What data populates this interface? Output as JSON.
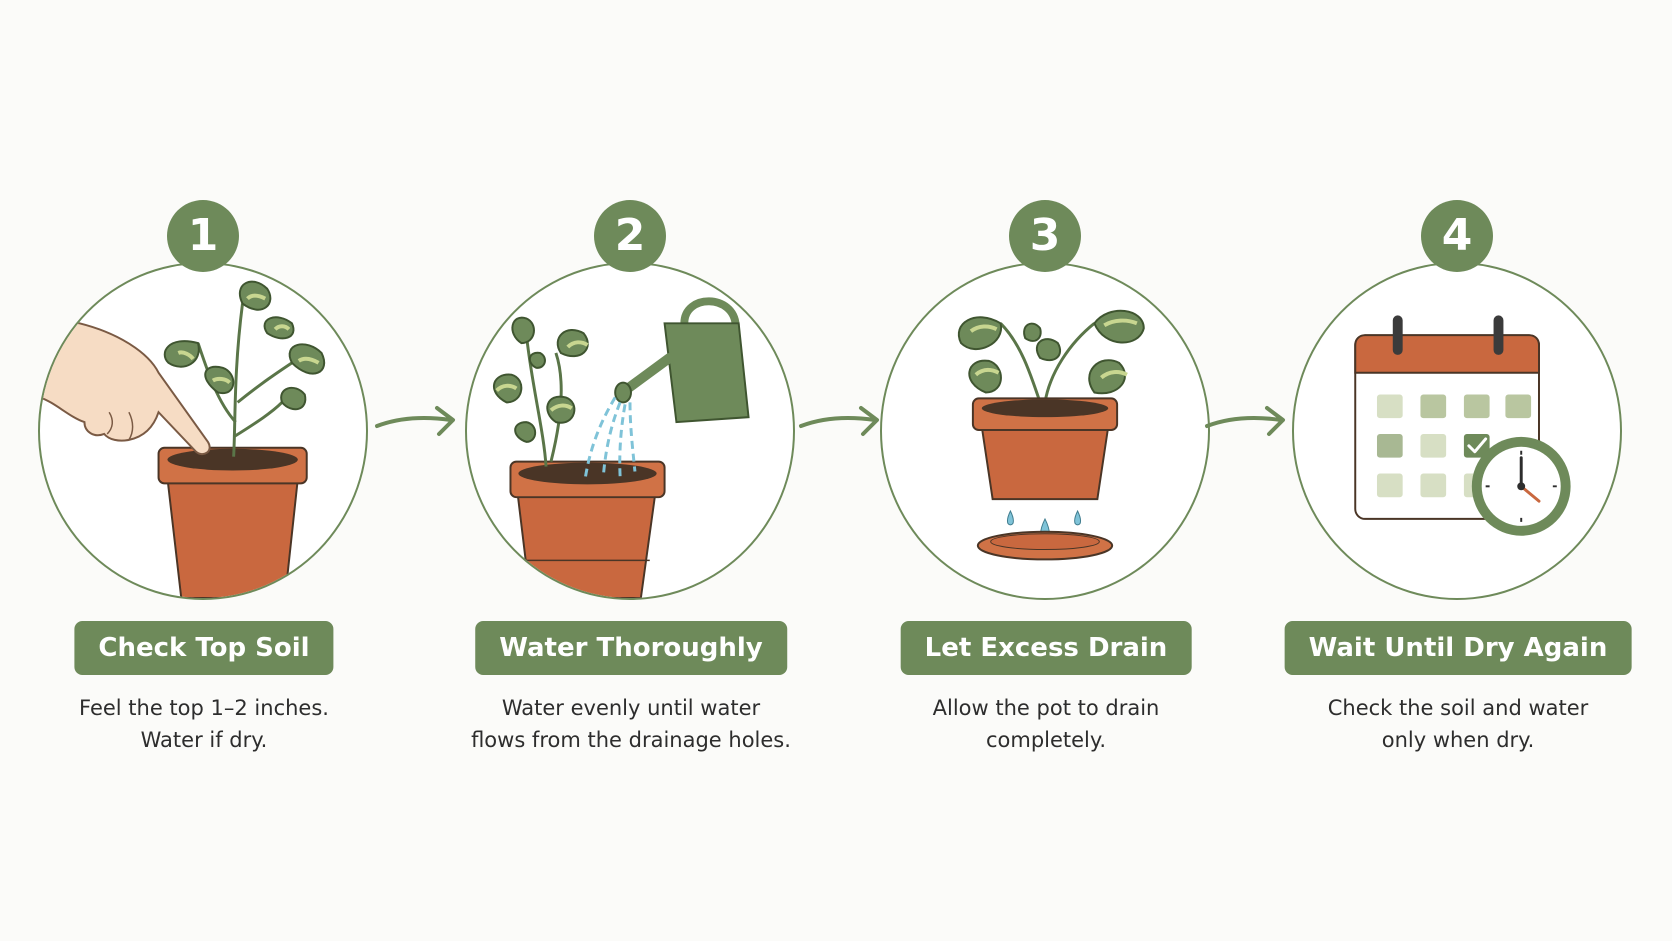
{
  "steps": [
    {
      "number": "1",
      "title": "Check Top Soil",
      "desc_line1": "Feel the top 1–2 inches.",
      "desc_line2": "Water if dry."
    },
    {
      "number": "2",
      "title": "Water Thoroughly",
      "desc_line1": "Water evenly until water",
      "desc_line2": "flows from the drainage holes."
    },
    {
      "number": "3",
      "title": "Let Excess Drain",
      "desc_line1": "Allow the pot to drain",
      "desc_line2": "completely."
    },
    {
      "number": "4",
      "title": "Wait Until Dry Again",
      "desc_line1": "Check the soil and water",
      "desc_line2": "only when dry."
    }
  ],
  "icons": {
    "step1": "hand-touching-soil-icon",
    "step2": "watering-can-icon",
    "step3": "draining-pot-icon",
    "step4": "calendar-clock-icon",
    "connector": "arrow-right-icon"
  },
  "colors": {
    "accent_green": "#6e8a5a",
    "pot_terracotta": "#c9683f",
    "soil": "#4a3526",
    "leaf": "#6e8a5a",
    "leaf_variegation": "#c8d690",
    "water": "#7fc3d8",
    "skin": "#f6dcc4",
    "text": "#2d2d2d",
    "background": "#fbfbf9"
  }
}
